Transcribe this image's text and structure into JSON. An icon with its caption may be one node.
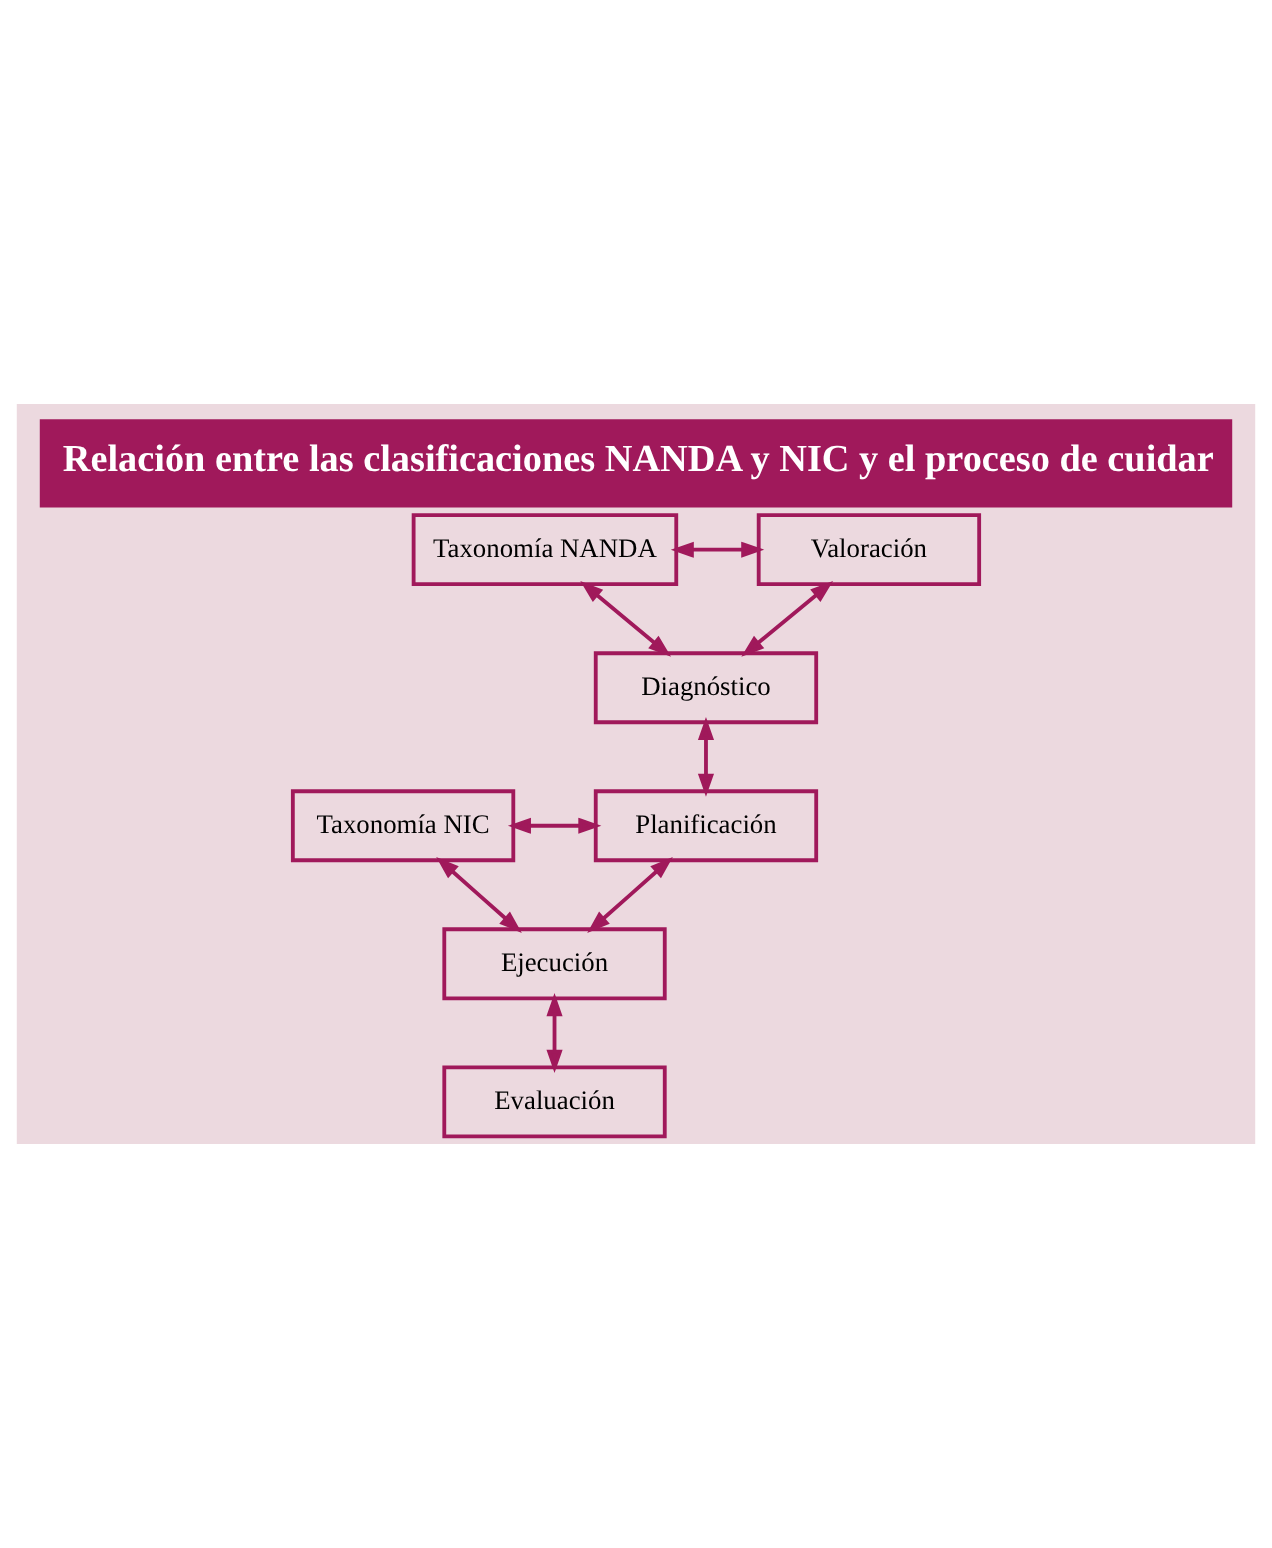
{
  "diagram": {
    "title": "Relación entre las clasificaciones NANDA y NIC y el proceso de cuidar",
    "nodes": [
      {
        "text": [
          "Valoración"
        ]
      },
      {
        "text": [
          "Taxonomía NANDA"
        ]
      },
      {
        "text": [
          "Diagnóstico"
        ]
      },
      {
        "text": [
          "Planificación"
        ]
      },
      {
        "text": [
          "Taxonomía NIC"
        ]
      },
      {
        "text": [
          "Ejecución"
        ]
      },
      {
        "text": [
          "Evaluación"
        ]
      }
    ],
    "edges": [
      {
        "from": 1,
        "to": 0,
        "arrow": "both"
      },
      {
        "from": 1,
        "to": 2,
        "arrow": "both"
      },
      {
        "from": 0,
        "to": 2,
        "arrow": "both"
      },
      {
        "from": 2,
        "to": 3,
        "arrow": "both"
      },
      {
        "from": 4,
        "to": 3,
        "arrow": "both"
      },
      {
        "from": 4,
        "to": 5,
        "arrow": "both"
      },
      {
        "from": 3,
        "to": 5,
        "arrow": "both"
      },
      {
        "from": 5,
        "to": 6,
        "arrow": "both"
      }
    ]
  }
}
